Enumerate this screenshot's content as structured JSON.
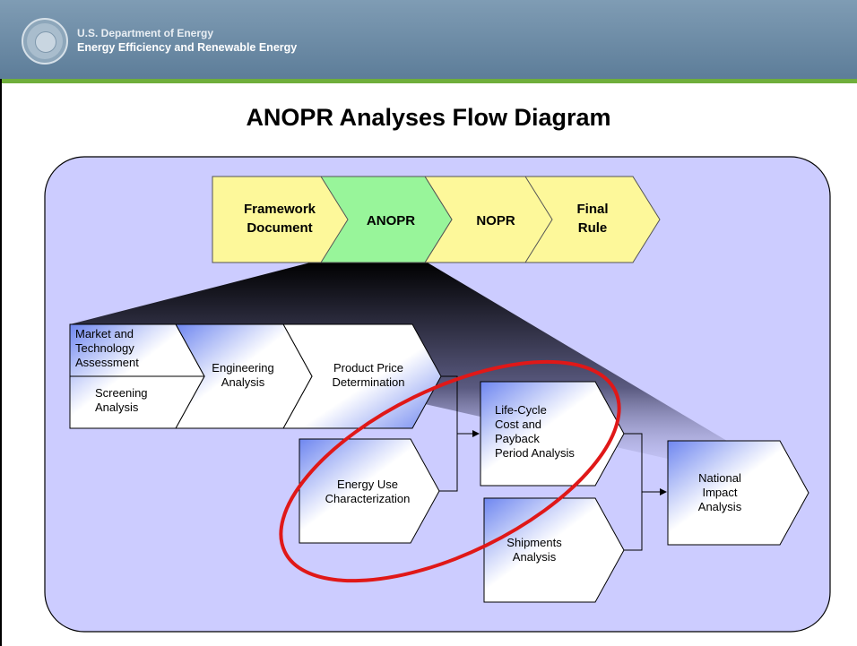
{
  "header": {
    "agency_line1": "U.S. Department of Energy",
    "agency_line2": "Energy Efficiency and Renewable Energy"
  },
  "title": "ANOPR Analyses Flow Diagram",
  "stages": [
    "Framework Document",
    "ANOPR",
    "NOPR",
    "Final Rule"
  ],
  "analyses": {
    "market": "Market and Technology Assessment",
    "screening": "Screening Analysis",
    "engineering": "Engineering Analysis",
    "price": "Product Price Determination",
    "energy_use": "Energy Use Characterization",
    "lcc": "Life-Cycle Cost and Payback Period Analysis",
    "shipments": "Shipments Analysis",
    "nia": "National Impact Analysis"
  },
  "colors": {
    "stage_fill": "#fdf89a",
    "anopr_fill": "#98f59a",
    "panel_fill": "#ccccff",
    "highlight_ellipse": "#e01818",
    "header_band": "#6f8ca7",
    "accent_line": "#6fae3b"
  }
}
